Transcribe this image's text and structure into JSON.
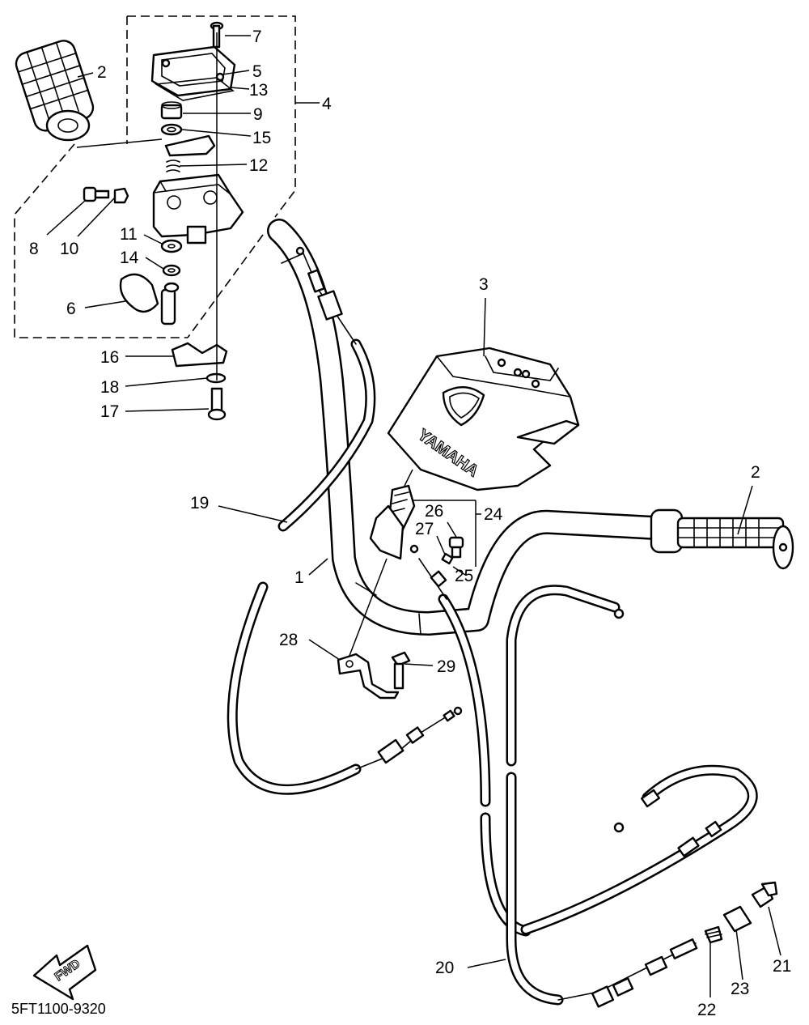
{
  "diagram": {
    "drawing_code": "5FT1100-9320",
    "direction_arrow_text": "FWD",
    "brand_text": "YAMAHA",
    "callouts": {
      "n1": "1",
      "n2a": "2",
      "n2b": "2",
      "n3": "3",
      "n4": "4",
      "n5": "5",
      "n6": "6",
      "n7": "7",
      "n8": "8",
      "n9": "9",
      "n10": "10",
      "n11": "11",
      "n12": "12",
      "n13": "13",
      "n14": "14",
      "n15": "15",
      "n16": "16",
      "n17": "17",
      "n18": "18",
      "n19": "19",
      "n20": "20",
      "n21": "21",
      "n22": "22",
      "n23": "23",
      "n24": "24",
      "n25": "25",
      "n26": "26",
      "n27": "27",
      "n28": "28",
      "n29": "29"
    }
  }
}
